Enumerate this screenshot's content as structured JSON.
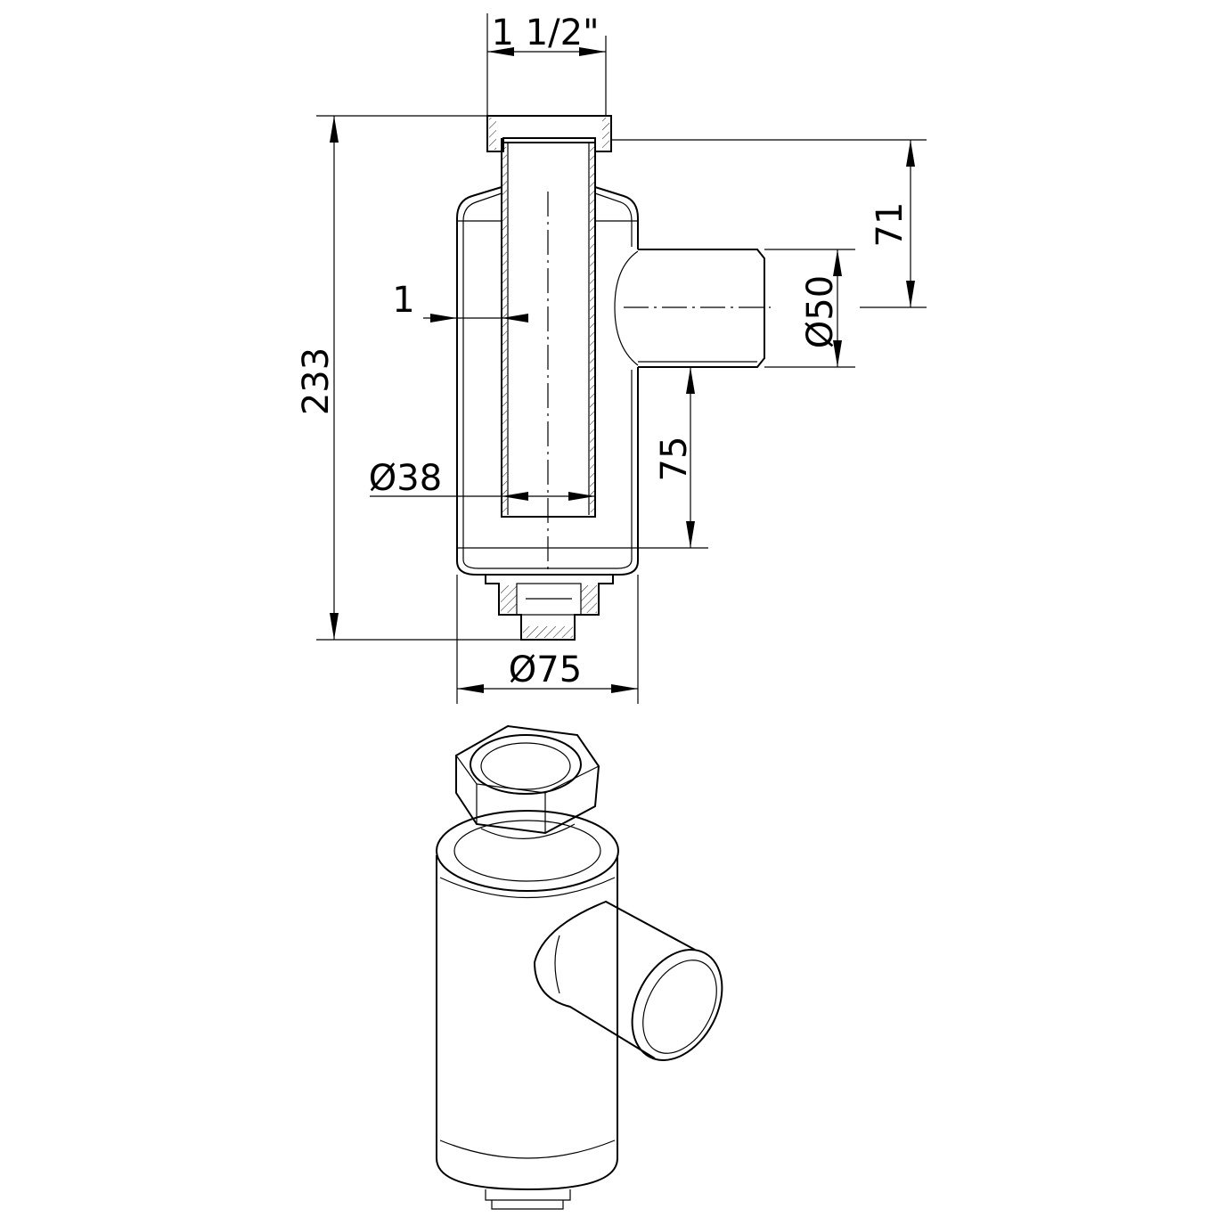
{
  "drawing": {
    "title": "Siphon / trap technical drawing",
    "dimensions": {
      "inlet_thread": "1 1/2\"",
      "total_height": "233",
      "outlet_height": "71",
      "outlet_diameter": "Ø50",
      "wall_gap": "1",
      "inner_pipe_diameter": "Ø38",
      "outlet_to_bottom": "75",
      "body_diameter": "Ø75"
    },
    "colors": {
      "line": "#000000",
      "background": "#ffffff"
    }
  }
}
